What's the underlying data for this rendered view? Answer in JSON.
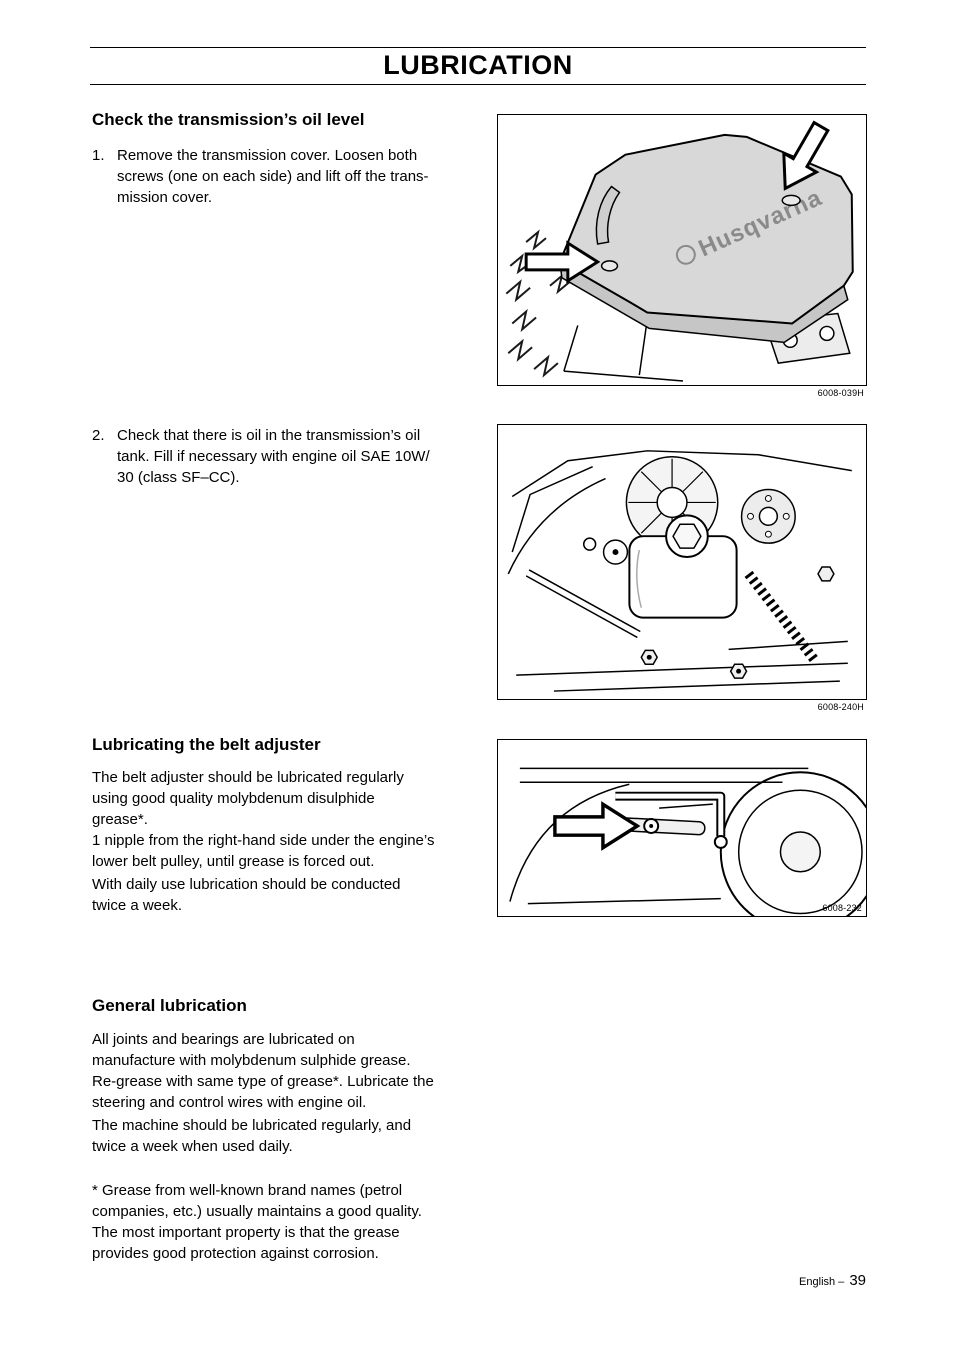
{
  "title": "LUBRICATION",
  "sections": [
    {
      "heading": "Check the transmission’s oil level",
      "steps": [
        {
          "num": "1.",
          "text": "Remove the transmission cover. Loosen both\nscrews (one on each side) and lift off the trans-\nmission cover."
        },
        {
          "num": "2.",
          "text": "Check that there is oil in the transmission’s oil\ntank. Fill if necessary with engine oil SAE 10W/\n30 (class SF–CC)."
        }
      ]
    },
    {
      "heading": "Lubricating the belt adjuster",
      "paragraphs": [
        "The belt adjuster should be lubricated regularly\nusing  good quality molybdenum disulphide\ngrease*.\n1 nipple from the right-hand side under the engine’s\nlower belt pulley, until grease is forced out.",
        "With daily use lubrication should be conducted\ntwice a week."
      ]
    },
    {
      "heading": "General lubrication",
      "paragraphs": [
        "All joints and bearings are lubricated on\nmanufacture with molybdenum sulphide grease.\nRe-grease with same type of grease*. Lubricate the\nsteering and control wires with engine oil.",
        "The machine should be lubricated regularly, and\ntwice a week when used daily.",
        "* Grease from well-known brand names (petrol\ncompanies, etc.) usually maintains a good quality.\nThe most important property is that the grease\nprovides good protection against corrosion."
      ]
    }
  ],
  "figures": [
    {
      "code": "6008-039H",
      "brand": "Husqvarna"
    },
    {
      "code": "6008-240H"
    },
    {
      "code": "6008-232"
    }
  ],
  "footer": {
    "label": "English –",
    "page": "39"
  }
}
